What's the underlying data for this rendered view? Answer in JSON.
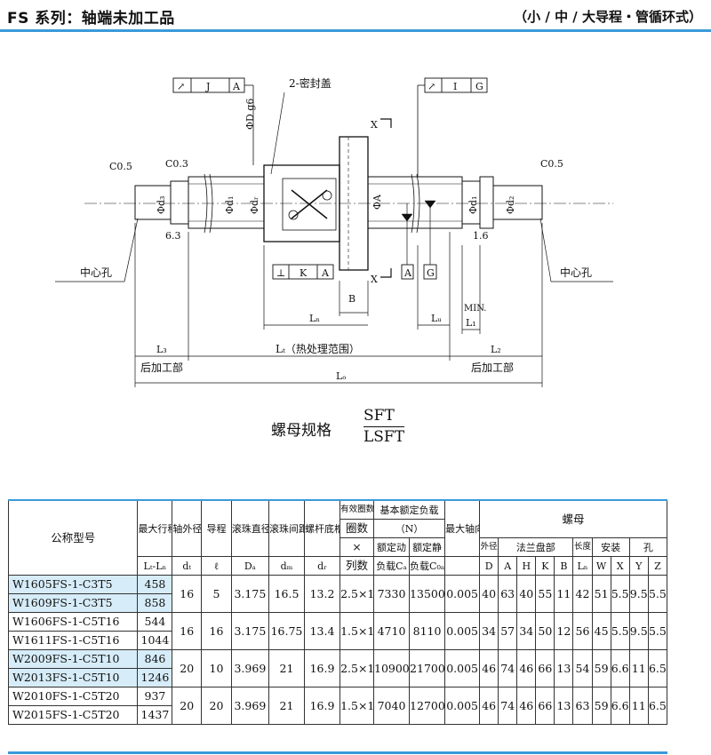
{
  "header": {
    "title": "FS 系列：轴端未加工品",
    "subtitle": "（小 / 中 / 大导程・管循环式）"
  },
  "drawing": {
    "tol_left": {
      "sym": "↗",
      "a": "J",
      "b": "A"
    },
    "tol_right": {
      "sym": "↗",
      "a": "I",
      "b": "G"
    },
    "tol_bottom": {
      "sym": "⊥",
      "a": "K",
      "b": "A"
    },
    "seal": "2-密封盖",
    "phi_g6": "ΦD g6",
    "c05_left": "C0.5",
    "c03": "C0.3",
    "c05_right": "C0.5",
    "d3": "Φd₃",
    "d1": "Φd₁",
    "dr": "Φdᵣ",
    "phiA": "ΦA",
    "d1r": "Φd₁",
    "d2": "Φd₂",
    "r63": "6.3",
    "r16": "1.6",
    "x_top": "X",
    "x_bot": "X",
    "datum_a": "A",
    "datum_g": "G",
    "center_left": "中心孔",
    "center_right": "中心孔",
    "B": "B",
    "Ln": "Lₙ",
    "Lu": "Lᵤ",
    "min": "MIN.",
    "L1": "L₁",
    "L3": "L₃",
    "Lt": "Lₜ（热处理范围）",
    "L2": "L₂",
    "post_left": "后加工部",
    "post_right": "后加工部",
    "Lo": "Lₒ"
  },
  "nut_spec": {
    "label": "螺母规格",
    "a": "SFT",
    "b": "LSFT"
  },
  "table": {
    "h": {
      "model": "公称型号",
      "stroke": "最大行程",
      "stroke_sym": "Lₜ-Lₙ",
      "shaft": "轴外径",
      "shaft_sym": "dₜ",
      "lead": "导程",
      "lead_sym": "ℓ",
      "ball": "滚珠直径",
      "ball_sym": "Dₐ",
      "pcd": "滚珠间距圆直径",
      "pcd_sym": "dₘ",
      "root": "螺杆底槽直径",
      "root_sym": "dᵣ",
      "turns": "有效圈数",
      "turns_a": "圈数",
      "turns_b": "×",
      "turns_c": "列数",
      "load": "基本额定负载",
      "load_n": "（N）",
      "dyn": "额定动",
      "dyn_b": "负载Cₐ",
      "sta": "额定静",
      "sta_b": "负载C₀ₐ",
      "backlash": "最大轴向间隙",
      "nut": "螺母",
      "od": "外径",
      "flange": "法兰盘部",
      "len": "长度",
      "inst": "安装",
      "hole": "孔",
      "cD": "D",
      "cA": "A",
      "cH": "H",
      "cK": "K",
      "cB": "B",
      "cLn": "Lₙ",
      "cW": "W",
      "cX": "X",
      "cY": "Y",
      "cZ": "Z"
    },
    "groups": [
      {
        "models": [
          "W1605FS-1-C3T5",
          "W1609FS-1-C3T5"
        ],
        "strokes": [
          "458",
          "858"
        ],
        "d": "16",
        "lead": "5",
        "ball": "3.175",
        "pcd": "16.5",
        "root": "13.2",
        "turns": "2.5×1",
        "ca": "7330",
        "coa": "13500",
        "bl": "0.005",
        "D": "40",
        "A": "63",
        "H": "40",
        "K": "55",
        "B": "11",
        "Ln": "42",
        "W": "51",
        "X": "5.5",
        "Y": "9.5",
        "Z": "5.5"
      },
      {
        "models": [
          "W1606FS-1-C5T16",
          "W1611FS-1-C5T16"
        ],
        "strokes": [
          "544",
          "1044"
        ],
        "d": "16",
        "lead": "16",
        "ball": "3.175",
        "pcd": "16.75",
        "root": "13.4",
        "turns": "1.5×1",
        "ca": "4710",
        "coa": "8110",
        "bl": "0.005",
        "D": "34",
        "A": "57",
        "H": "34",
        "K": "50",
        "B": "12",
        "Ln": "56",
        "W": "45",
        "X": "5.5",
        "Y": "9.5",
        "Z": "5.5"
      },
      {
        "models": [
          "W2009FS-1-C5T10",
          "W2013FS-1-C5T10"
        ],
        "strokes": [
          "846",
          "1246"
        ],
        "d": "20",
        "lead": "10",
        "ball": "3.969",
        "pcd": "21",
        "root": "16.9",
        "turns": "2.5×1",
        "ca": "10900",
        "coa": "21700",
        "bl": "0.005",
        "D": "46",
        "A": "74",
        "H": "46",
        "K": "66",
        "B": "13",
        "Ln": "54",
        "W": "59",
        "X": "6.6",
        "Y": "11",
        "Z": "6.5"
      },
      {
        "models": [
          "W2010FS-1-C5T20",
          "W2015FS-1-C5T20"
        ],
        "strokes": [
          "937",
          "1437"
        ],
        "d": "20",
        "lead": "20",
        "ball": "3.969",
        "pcd": "21",
        "root": "16.9",
        "turns": "1.5×1",
        "ca": "7040",
        "coa": "12700",
        "bl": "0.005",
        "D": "46",
        "A": "74",
        "H": "46",
        "K": "66",
        "B": "13",
        "Ln": "63",
        "W": "59",
        "X": "6.6",
        "Y": "11",
        "Z": "6.5"
      }
    ]
  }
}
